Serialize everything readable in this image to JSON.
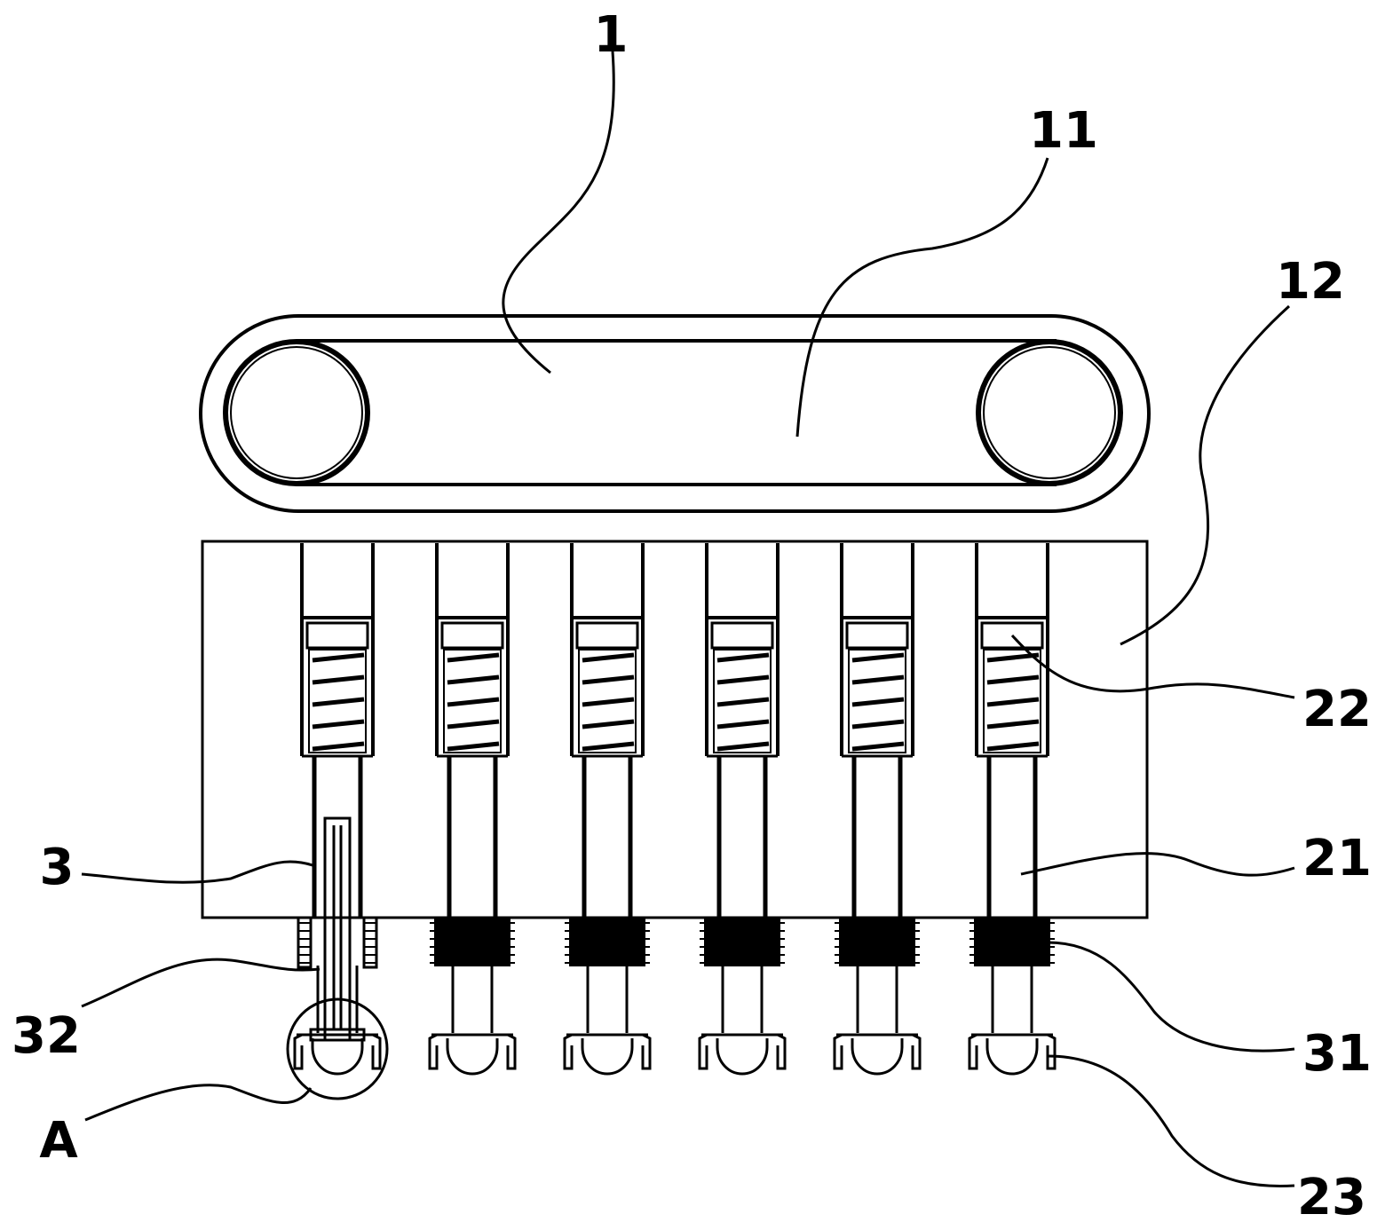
{
  "labels": {
    "ref_1": "1",
    "ref_11": "11",
    "ref_12": "12",
    "ref_22": "22",
    "ref_21": "21",
    "ref_3": "3",
    "ref_32": "32",
    "ref_31": "31",
    "ref_A": "A",
    "ref_23": "23"
  },
  "figure": {
    "unit_count": 6,
    "detail_marker": "A",
    "colors": {
      "line": "#000000",
      "background": "#ffffff"
    }
  }
}
